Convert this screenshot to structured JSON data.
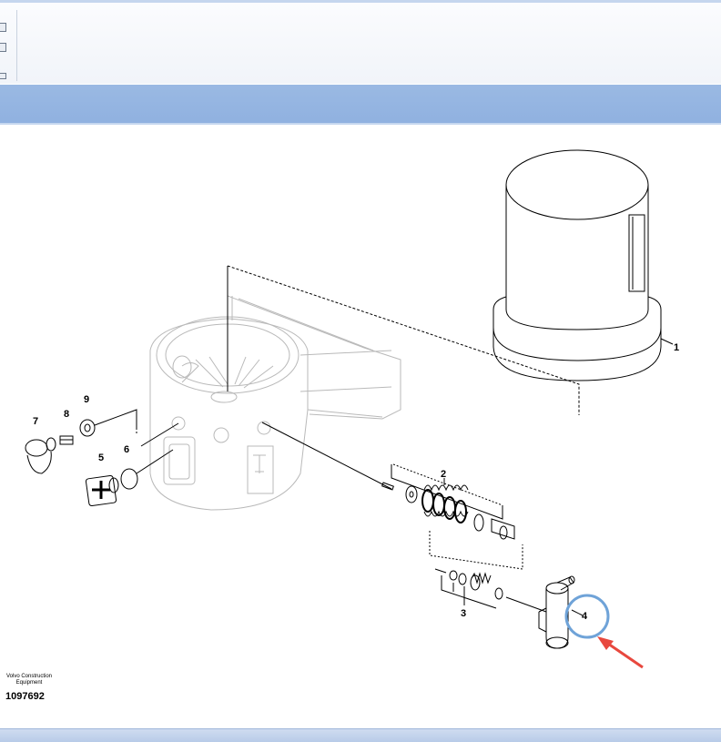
{
  "toolbar": {
    "icons": [
      "document-icon",
      "page-icon",
      "small-page-icon"
    ]
  },
  "drawing": {
    "callouts": [
      "1",
      "2",
      "3",
      "4",
      "5",
      "6",
      "7",
      "8",
      "9"
    ],
    "credit_line1": "Volvo Construction",
    "credit_line2": "Equipment",
    "doc_number": "1097692"
  },
  "annotation": {
    "highlight_color": "#6fa3d8",
    "arrow_color": "#e8483e"
  }
}
